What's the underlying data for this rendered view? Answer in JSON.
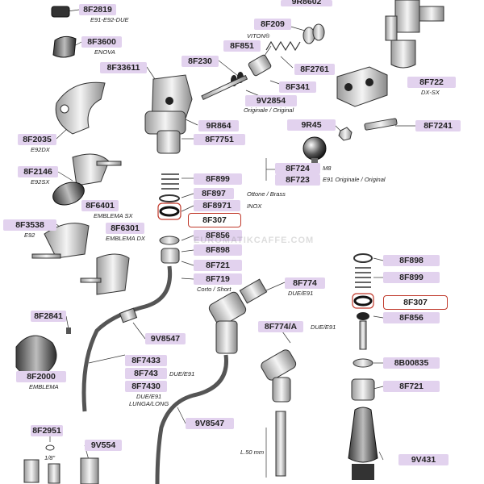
{
  "diagram_labels": {
    "p_8F2819": "8F2819",
    "p_9R8602": "9R8602",
    "p_8F209": "8F209",
    "p_8F3600": "8F3600",
    "p_8F851": "8F851",
    "p_8F230": "8F230",
    "p_8F2761": "8F2761",
    "p_8F33611": "8F33611",
    "p_8F722": "8F722",
    "p_8F341": "8F341",
    "p_9V2854": "9V2854",
    "p_9R864": "9R864",
    "p_9R45": "9R45",
    "p_8F7241": "8F7241",
    "p_8F2035": "8F2035",
    "p_8F7751": "8F7751",
    "p_8F724": "8F724",
    "p_8F723": "8F723",
    "p_8F2146": "8F2146",
    "p_8F899_a": "8F899",
    "p_8F897": "8F897",
    "p_8F8971": "8F8971",
    "p_8F6401": "8F6401",
    "p_8F307_a": "8F307",
    "p_8F3538": "8F3538",
    "p_8F6301": "8F6301",
    "p_8F856_a": "8F856",
    "p_8F898_a": "8F898",
    "p_8F898_b": "8F898",
    "p_8F721_a": "8F721",
    "p_8F899_b": "8F899",
    "p_8F719": "8F719",
    "p_8F774": "8F774",
    "p_8F307_b": "8F307",
    "p_8F2841": "8F2841",
    "p_8F856_b": "8F856",
    "p_9V8547_a": "9V8547",
    "p_8F774A": "8F774/A",
    "p_8F7433": "8F7433",
    "p_8B00835": "8B00835",
    "p_8F743": "8F743",
    "p_8F2000": "8F2000",
    "p_8F7430": "8F7430",
    "p_8F721_b": "8F721",
    "p_9V8547_b": "9V8547",
    "p_8F2951": "8F2951",
    "p_9V554": "9V554",
    "p_9V431": "9V431"
  },
  "notes": {
    "n_e91_e92_due": "E91-E92-DUE",
    "n_enova": "ENOVA",
    "n_viton": "VITON®",
    "n_orig": "Originale / Original",
    "n_dxsx": "DX-SX",
    "n_e92dx": "E92DX",
    "n_m8": "M8",
    "n_e91orig": "E91 Originale / Original",
    "n_e92sx": "E92SX",
    "n_ottone": "Ottone / Brass",
    "n_inox": "INOX",
    "n_emblema_sx": "EMBLEMA SX",
    "n_e92": "E92",
    "n_emblema_dx": "EMBLEMA DX",
    "n_corto": "Corto / Short",
    "n_due_e91_a": "DUE/E91",
    "n_due_e91_b": "DUE/E91",
    "n_due_e91_c": "DUE/E91",
    "n_due_lunga": "DUE/E91\nLUNGA/LONG",
    "n_emblema": "EMBLEMA",
    "n_l50": "L.50 mm",
    "n_1_8": "1/8\""
  },
  "watermark": "EUROMATIKCAFFE.COM",
  "colors": {
    "label_bg": "#e2d2ee",
    "highlight": "#c0392b",
    "line": "#333333"
  }
}
